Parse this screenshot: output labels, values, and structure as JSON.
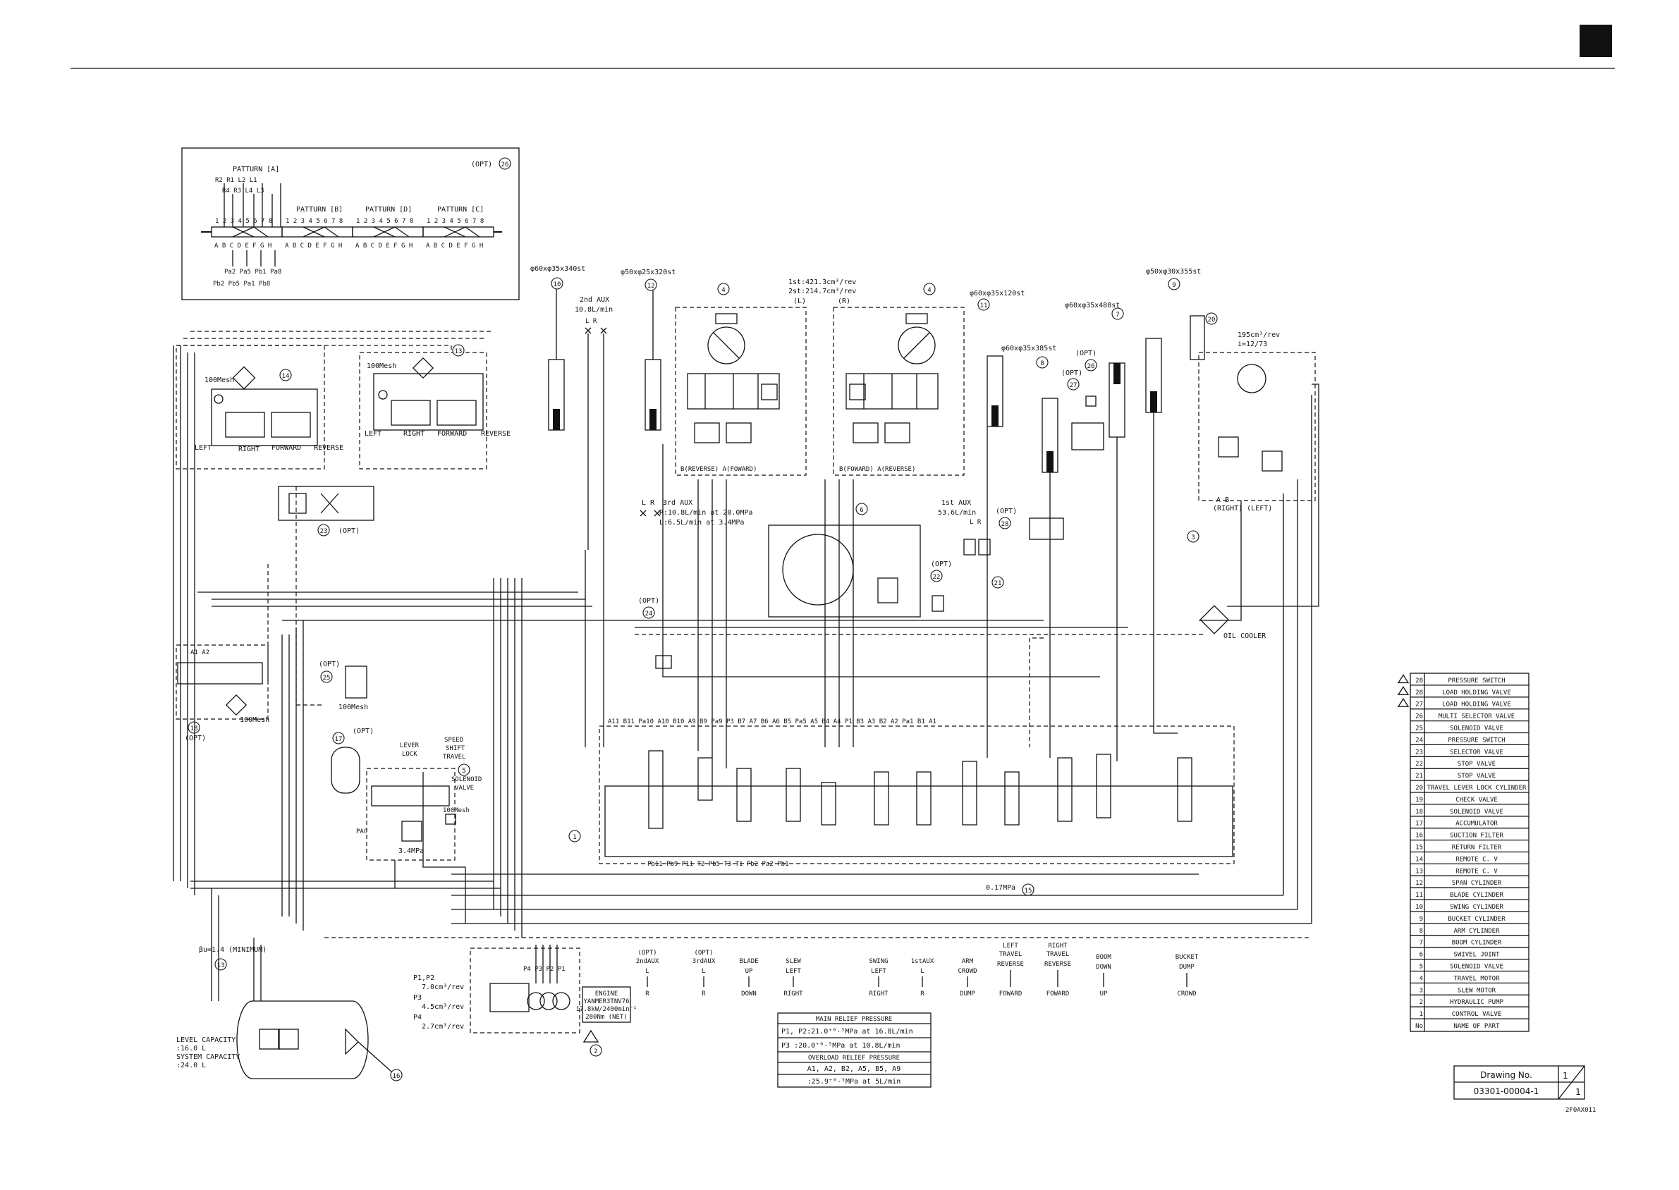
{
  "header": {
    "corner_mark": ""
  },
  "pattern_box": {
    "opt_label": "(OPT)",
    "opt_no": "26",
    "pattern_a": "PATTURN [A]",
    "pattern_b": "PATTURN [B]",
    "pattern_d": "PATTURN [D]",
    "pattern_c": "PATTURN [C]",
    "top_ports": "R2  R1  L2  L1",
    "mid_ports": "R4  R3  L4  L3",
    "pos_numbers": "1 2 3 4 5 6 7 8",
    "letters": "A B C D E F G H",
    "bottom_ports_1": "Pa2 Pa5 Pb1 Pa8",
    "bottom_ports_2": "Pb2 Pb5 Pa1 Pb8"
  },
  "cylinders": [
    {
      "no": "10",
      "spec": "φ60xφ35x340st"
    },
    {
      "no": "12",
      "spec": "φ50xφ25x320st"
    },
    {
      "no": "11",
      "spec": "φ60xφ35x120st"
    },
    {
      "no": "8",
      "spec": "φ60xφ35x385st"
    },
    {
      "no": "7",
      "spec": "φ60xφ35x480st"
    },
    {
      "no": "9",
      "spec": "φ50xφ30x355st"
    }
  ],
  "aux2": {
    "title": "2nd AUX",
    "flow": "10.8L/min",
    "ports": "L   R"
  },
  "travel_motors": {
    "no": "4",
    "displacement_1": "1st:421.3cm³/rev",
    "displacement_2": "2st:214.7cm³/rev",
    "left_label": "(L)",
    "right_label": "(R)",
    "left_ports": "B(REVERSE)   A(FOWARD)",
    "right_ports": "B(FOWARD)   A(REVERSE)"
  },
  "remote_left": {
    "no": "14",
    "mesh": "100Mesh",
    "labels": [
      "LEFT",
      "RIGHT",
      "FORWARD",
      "REVERSE"
    ]
  },
  "remote_right": {
    "no": "13",
    "mesh": "100Mesh",
    "labels": [
      "LEFT",
      "RIGHT",
      "FORWARD",
      "REVERSE"
    ]
  },
  "travel_lever_lock": {
    "no": "23",
    "opt": "(OPT)"
  },
  "aux3": {
    "title": "3rd AUX",
    "ports": "L   R",
    "line1": "R:10.8L/min at 20.0MPa",
    "line2": "L:6.5L/min at 3.4MPa"
  },
  "swivel_joint": {
    "no": "6"
  },
  "aux1": {
    "title": "1st AUX",
    "flow": "53.6L/min",
    "ports": "L   R"
  },
  "stop_valves": {
    "no": "21",
    "opt_no": "22",
    "opt": "(OPT)"
  },
  "slew_motor": {
    "no": "20",
    "displacement": "195cm³/rev",
    "ratio": "i=12/73",
    "ports": "A      B",
    "port_labels": "(RIGHT)  (LEFT)",
    "motor_no": "3"
  },
  "multi_selector": {
    "no": "28",
    "opt": "(OPT)"
  },
  "load_holding": {
    "no": "27",
    "opt": "(OPT)",
    "opt2": "(OPT)",
    "no2": "26"
  },
  "oil_cooler": "OIL COOLER",
  "selector_valve": {
    "no": "24",
    "opt": "(OPT)"
  },
  "pressure_switch": {
    "no": "25",
    "opt": "(OPT)",
    "mesh": "100Mesh"
  },
  "blade_valve": {
    "no": "18",
    "opt": "(OPT)",
    "mesh": "100Mesh",
    "ports": "A1  A2"
  },
  "accumulator": {
    "no": "17",
    "opt": "(OPT)",
    "port": "PAC"
  },
  "lever_lock": {
    "label1": "LEVER",
    "label2": "LOCK",
    "speed1": "SPEED",
    "speed2": "SHIFT",
    "speed3": "TRAVEL",
    "no": "5",
    "sol1": "SOLENOID",
    "sol2": "VALVE",
    "pressure": "3.4MPa",
    "mesh": "100Mesh"
  },
  "control_valve": {
    "no": "1",
    "top_ports": "A11  B11   Pa10 A10 B10  A9 B9  Pa9  P3   B7  A7  B6  A6  B5  Pa5  A5  B4  A4  P1   B3 A3  B2  A2  Pa1  B1  A1",
    "bottom_ports": "Pb11            Pb9  P11  T2        Pb5         T3   T1  Pb2  Pa2        Pb1",
    "check_pressure": "0.17MPa",
    "check_no": "15"
  },
  "tank": {
    "beta": "βu=1.4 (MINIMUM)",
    "filter_no": "13",
    "level": "LEVEL CAPACITY",
    "level_val": ":16.0 L",
    "system": "SYSTEM CAPACITY",
    "system_val": ":24.0 L",
    "strainer_no": "16"
  },
  "pump": {
    "no": "2",
    "p12": "P1,P2",
    "p12_val": "7.0cm³/rev",
    "p3": "P3",
    "p3_val": "4.5cm³/rev",
    "p4": "P4",
    "p4_val": "2.7cm³/rev",
    "ports": "P4 P3 P2 P1",
    "engine_1": "ENGINE",
    "engine_2": "YANMER3TNV76",
    "engine_3": "17.8kW/2400min⁻¹",
    "engine_4": "280Nm (NET)"
  },
  "operations": [
    {
      "top": "(OPT)",
      "name": "2ndAUX",
      "up": "L",
      "down": "R"
    },
    {
      "top": "(OPT)",
      "name": "3rdAUX",
      "up": "L",
      "down": "R"
    },
    {
      "top": "",
      "name": "BLADE",
      "up": "UP",
      "down": "DOWN"
    },
    {
      "top": "",
      "name": "SLEW",
      "up": "LEFT",
      "down": "RIGHT"
    },
    {
      "top": "",
      "name": "SWING",
      "up": "LEFT",
      "down": "RIGHT"
    },
    {
      "top": "",
      "name": "1stAUX",
      "up": "L",
      "down": "R"
    },
    {
      "top": "",
      "name": "ARM",
      "up": "CROWD",
      "down": "DUMP"
    },
    {
      "top": "LEFT",
      "name": "TRAVEL",
      "up": "REVERSE",
      "down": "FOWARD"
    },
    {
      "top": "RIGHT",
      "name": "TRAVEL",
      "up": "REVERSE",
      "down": "FOWARD"
    },
    {
      "top": "",
      "name": "BOOM",
      "up": "DOWN",
      "down": "UP"
    },
    {
      "top": "",
      "name": "BUCKET",
      "up": "DUMP",
      "down": "CROWD"
    }
  ],
  "relief_table": {
    "title": "MAIN RELIEF PRESSURE",
    "row1": "P1, P2:21.0⁺⁰·⁵MPa at 16.8L/min",
    "row2": "P3   :20.0⁺⁰·⁵MPa at 10.8L/min",
    "title2": "OVERLOAD RELIEF PRESSURE",
    "row3": "A1, A2, B2, A5, B5, A9",
    "row4": ":25.9⁺⁰·⁵MPa at 5L/min"
  },
  "parts_list": {
    "header_no": "No",
    "header_name": "NAME OF PART",
    "rows": [
      {
        "no": "28",
        "name": "PRESSURE SWITCH",
        "flag": true
      },
      {
        "no": "28",
        "name": "LOAD HOLDING VALVE",
        "flag": true
      },
      {
        "no": "27",
        "name": "LOAD HOLDING VALVE",
        "flag": true
      },
      {
        "no": "26",
        "name": "MULTI SELECTOR VALVE",
        "flag": false
      },
      {
        "no": "25",
        "name": "SOLENOID VALVE",
        "flag": false
      },
      {
        "no": "24",
        "name": "PRESSURE SWITCH",
        "flag": false
      },
      {
        "no": "23",
        "name": "SELECTOR VALVE",
        "flag": false
      },
      {
        "no": "22",
        "name": "STOP VALVE",
        "flag": false
      },
      {
        "no": "21",
        "name": "STOP VALVE",
        "flag": false
      },
      {
        "no": "20",
        "name": "TRAVEL LEVER LOCK CYLINDER",
        "flag": false
      },
      {
        "no": "19",
        "name": "CHECK VALVE",
        "flag": false
      },
      {
        "no": "18",
        "name": "SOLENOID VALVE",
        "flag": false
      },
      {
        "no": "17",
        "name": "ACCUMULATOR",
        "flag": false
      },
      {
        "no": "16",
        "name": "SUCTION FILTER",
        "flag": false
      },
      {
        "no": "15",
        "name": "RETURN FILTER",
        "flag": false
      },
      {
        "no": "14",
        "name": "REMOTE C. V",
        "flag": false
      },
      {
        "no": "13",
        "name": "REMOTE C. V",
        "flag": false
      },
      {
        "no": "12",
        "name": "SPAN CYLINDER",
        "flag": false
      },
      {
        "no": "11",
        "name": "BLADE CYLINDER",
        "flag": false
      },
      {
        "no": "10",
        "name": "SWING CYLINDER",
        "flag": false
      },
      {
        "no": "9",
        "name": "BUCKET CYLINDER",
        "flag": false
      },
      {
        "no": "8",
        "name": "ARM CYLINDER",
        "flag": false
      },
      {
        "no": "7",
        "name": "BOOM CYLINDER",
        "flag": false
      },
      {
        "no": "6",
        "name": "SWIVEL JOINT",
        "flag": false
      },
      {
        "no": "5",
        "name": "SOLENOID VALVE",
        "flag": false
      },
      {
        "no": "4",
        "name": "TRAVEL MOTOR",
        "flag": false
      },
      {
        "no": "3",
        "name": "SLEW MOTOR",
        "flag": false
      },
      {
        "no": "2",
        "name": "HYDRAULIC PUMP",
        "flag": false
      },
      {
        "no": "1",
        "name": "CONTROL VALVE",
        "flag": false
      }
    ]
  },
  "drawing_no": {
    "label": "Drawing No.",
    "number": "03301-00004-1",
    "sheet_top": "1",
    "sheet_bottom": "1"
  },
  "footer_code": "2F0AX011"
}
